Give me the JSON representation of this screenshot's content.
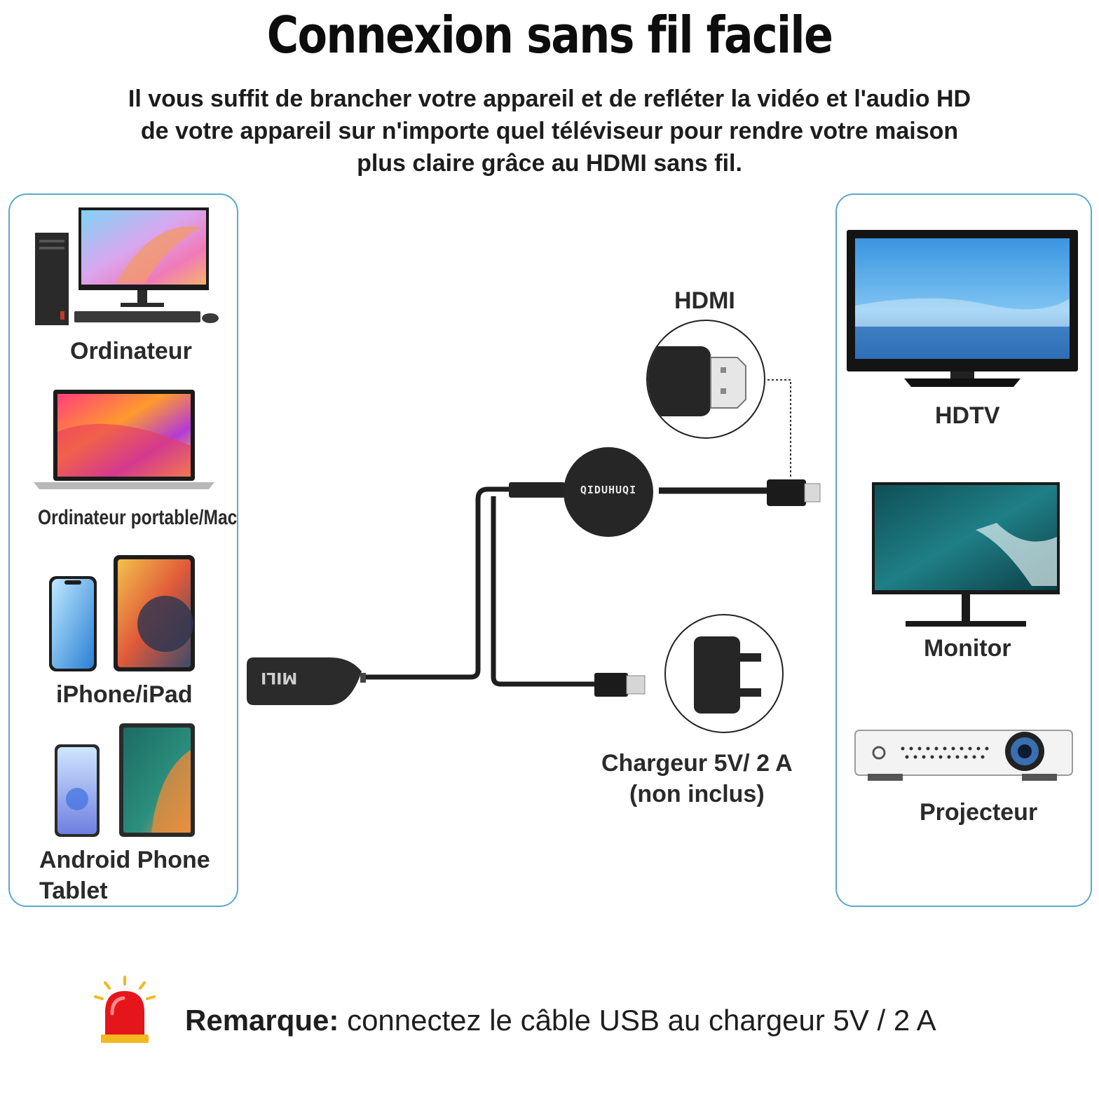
{
  "header": {
    "title": "Connexion sans fil facile",
    "subtitle_lines": [
      "Il vous suffit de brancher votre appareil et de refléter la vidéo et l'audio HD",
      "de votre appareil sur n'importe quel téléviseur pour rendre votre maison",
      "plus claire grâce au HDMI sans fil."
    ]
  },
  "sources": {
    "items": [
      {
        "label": "Ordinateur",
        "icon": "desktop-computer-icon"
      },
      {
        "label": "Ordinateur portable/Mac",
        "icon": "laptop-icon"
      },
      {
        "label": "iPhone/iPad",
        "icon": "iphone-ipad-icon"
      },
      {
        "label_lines": [
          "Android Phone",
          "Tablet"
        ],
        "icon": "android-tablet-icon"
      }
    ]
  },
  "center": {
    "hdmi_label": "HDMI",
    "charger_label_lines": [
      "Chargeur 5V/ 2 A",
      "(non inclus)"
    ],
    "brand_text": "QIDUHUQI",
    "receiver_text": "MILI"
  },
  "displays": {
    "items": [
      {
        "label": "HDTV",
        "icon": "hdtv-icon"
      },
      {
        "label": "Monitor",
        "icon": "monitor-icon"
      },
      {
        "label": "Projecteur",
        "icon": "projector-icon"
      }
    ]
  },
  "note": {
    "heading": "Remarque:",
    "text": " connectez le câble USB au chargeur 5V / 2 A",
    "icon": "alarm-light-icon"
  },
  "colors": {
    "panel_border": "#5aa9cf",
    "device_black": "#1f1f1f",
    "alarm_red": "#e5161b",
    "alarm_yellow": "#f4b820"
  }
}
